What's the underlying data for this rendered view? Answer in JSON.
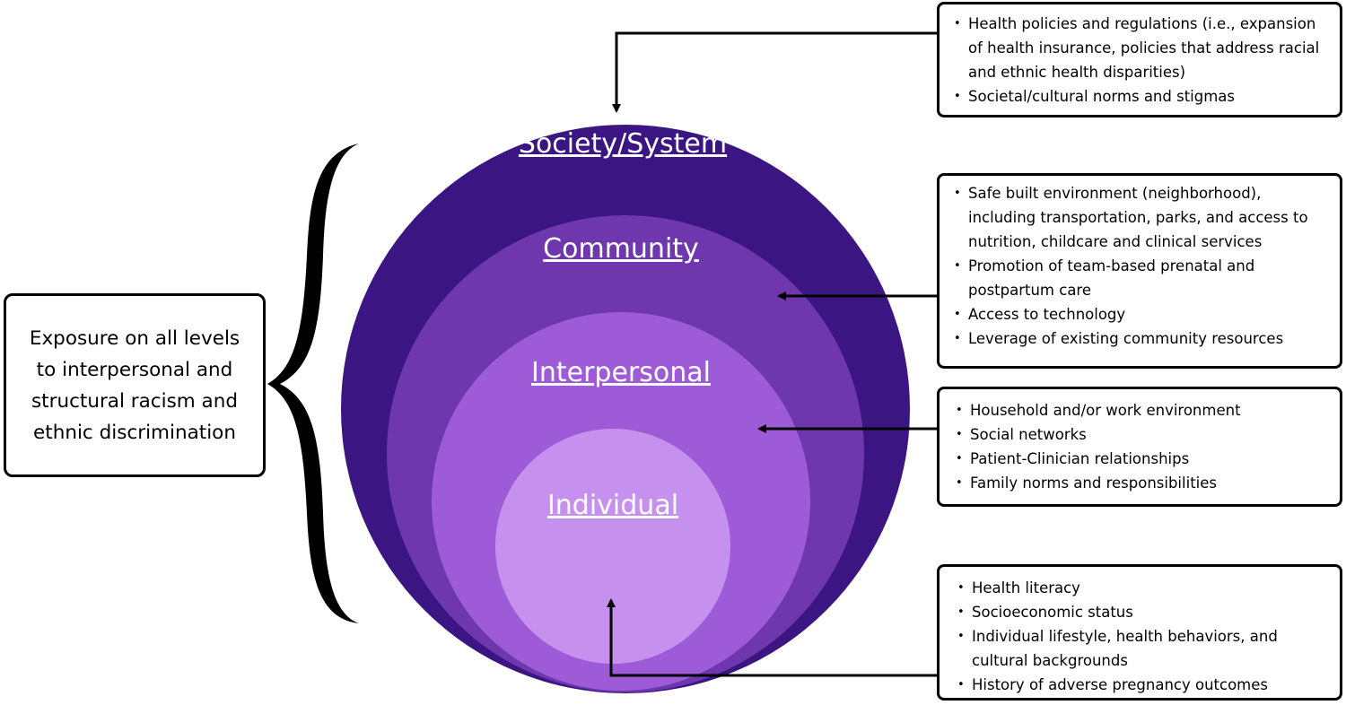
{
  "colors": {
    "society": "#3b1682",
    "community": "#6f37ad",
    "interpersonal": "#9e5bd8",
    "individual": "#c690ef",
    "stroke": "#000000"
  },
  "levels": {
    "society": "Society/System",
    "community": "Community",
    "interpersonal": "Interpersonal",
    "individual": "Individual"
  },
  "exposure_text": "Exposure on all levels to interpersonal and structural racism and ethnic discrimination",
  "boxes": {
    "society": [
      "Health policies and regulations (i.e., expansion of health insurance, policies that address racial and ethnic health disparities)",
      "Societal/cultural norms and stigmas"
    ],
    "community": [
      "Safe built environment (neighborhood), including transportation, parks, and access to nutrition, childcare and clinical services",
      "Promotion of team-based prenatal and postpartum care",
      "Access to technology",
      "Leverage of existing community resources"
    ],
    "interpersonal": [
      "Household and/or work environment",
      "Social networks",
      "Patient-Clinician relationships",
      "Family norms and responsibilities"
    ],
    "individual": [
      "Health literacy",
      "Socioeconomic status",
      "Individual lifestyle, health behaviors, and cultural backgrounds",
      "History of adverse pregnancy outcomes"
    ]
  }
}
